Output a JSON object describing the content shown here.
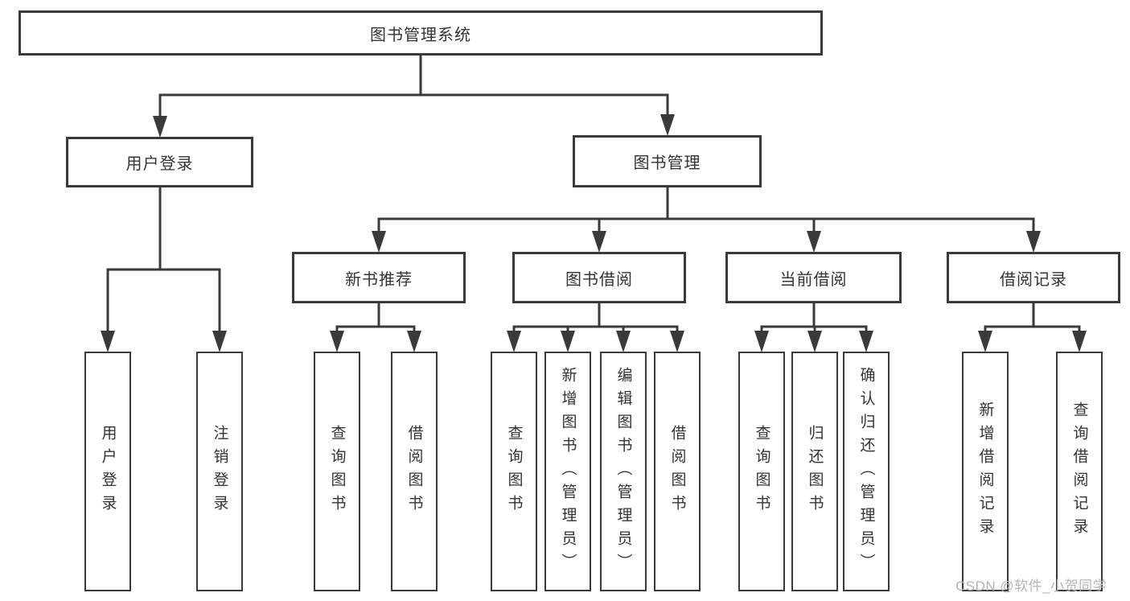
{
  "colors": {
    "line": "#3a3a3a",
    "text": "#333333",
    "box_bg": "#ffffff",
    "watermark": "#b5b5b5"
  },
  "tree": {
    "label": "图书管理系统",
    "children": [
      {
        "label": "用户登录",
        "children": [
          {
            "label": "用户登录"
          },
          {
            "label": "注销登录"
          }
        ]
      },
      {
        "label": "图书管理",
        "children": [
          {
            "label": "新书推荐",
            "children": [
              {
                "label": "查询图书"
              },
              {
                "label": "借阅图书"
              }
            ]
          },
          {
            "label": "图书借阅",
            "children": [
              {
                "label": "查询图书"
              },
              {
                "label": "新增图书（管理员）"
              },
              {
                "label": "编辑图书（管理员）"
              },
              {
                "label": "借阅图书"
              }
            ]
          },
          {
            "label": "当前借阅",
            "children": [
              {
                "label": "查询图书"
              },
              {
                "label": "归还图书"
              },
              {
                "label": "确认归还（管理员）"
              }
            ]
          },
          {
            "label": "借阅记录",
            "children": [
              {
                "label": "新增借阅记录"
              },
              {
                "label": "查询借阅记录"
              }
            ]
          }
        ]
      }
    ]
  },
  "watermark": {
    "text": "CSDN @软件_小贺同学"
  }
}
